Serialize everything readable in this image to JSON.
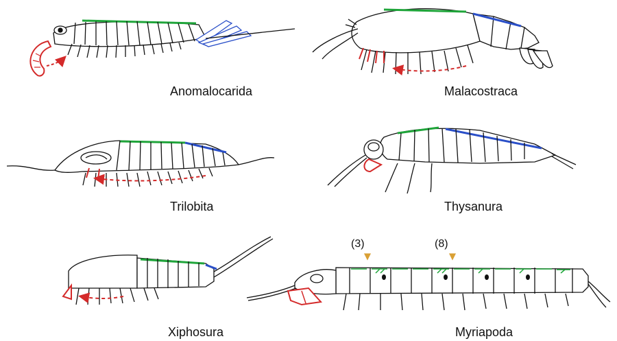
{
  "panels": [
    {
      "id": "anomalocarida",
      "label": "Anomalocarida"
    },
    {
      "id": "malacostraca",
      "label": "Malacostraca"
    },
    {
      "id": "trilobita",
      "label": "Trilobita"
    },
    {
      "id": "thysanura",
      "label": "Thysanura"
    },
    {
      "id": "xiphosura",
      "label": "Xiphosura"
    },
    {
      "id": "myriapoda",
      "label": "Myriapoda"
    }
  ],
  "markers": {
    "m3": "(3)",
    "m8": "(8)"
  },
  "colors": {
    "head_appendage": "#d42a2a",
    "arrow": "#d42a2a",
    "thorax": "#1fa53a",
    "abdomen": "#2a4fc8",
    "marker": "#d9a035",
    "outline": "#111111"
  }
}
